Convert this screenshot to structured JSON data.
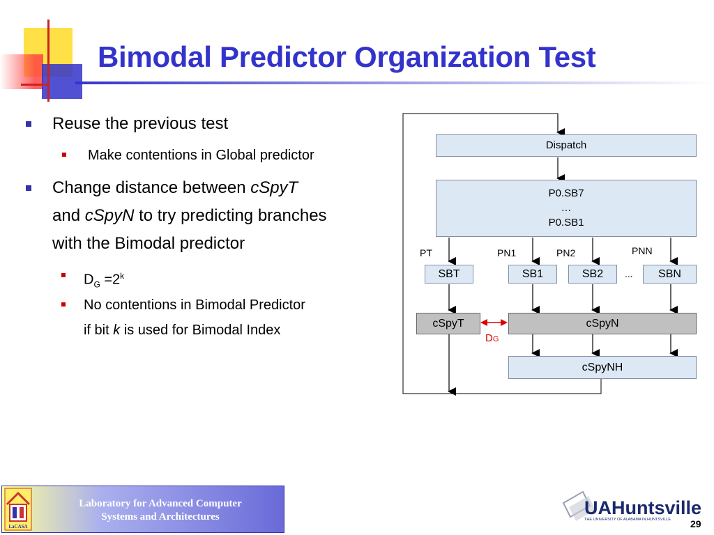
{
  "title": "Bimodal Predictor Organization Test",
  "bullets": {
    "b1": "Reuse the previous test",
    "b1_sub": "Make contentions in Global predictor",
    "b2_line1": "Change distance between ",
    "b2_italic1": "cSpyT",
    "b2_line2a": "and ",
    "b2_italic2": "cSpyN",
    "b2_line2b": " to try predicting branches",
    "b2_line3": "with the Bimodal predictor",
    "b2_sub1_d": "D",
    "b2_sub1_g": "G",
    "b2_sub1_eq": " =2",
    "b2_sub1_k": "k",
    "b2_sub2_line1": "No contentions in Bimodal Predictor",
    "b2_sub2_line2a": "if bit ",
    "b2_sub2_italic": "k",
    "b2_sub2_line2b": " is used for Bimodal Index"
  },
  "diagram": {
    "dispatch": "Dispatch",
    "p0_sb7": "P0.SB7",
    "ellipsis_v": "…",
    "p0_sb1": "P0.SB1",
    "pt": "PT",
    "pn1": "PN1",
    "pn2": "PN2",
    "pnn": "PNN",
    "sbt": "SBT",
    "sb1": "SB1",
    "sb2": "SB2",
    "ellipsis_h": "...",
    "sbn": "SBN",
    "cspyt": "cSpyT",
    "cspyn": "cSpyN",
    "cspynh": "cSpyNH",
    "dg_d": "D",
    "dg_g": "G"
  },
  "footer": {
    "lab_line1": "Laboratory for Advanced Computer",
    "lab_line2": "Systems and Architectures",
    "lacasa": "LaCASA",
    "uah_brand": "UAHuntsville",
    "uah_sub": "THE UNIVERSITY OF ALABAMA IN HUNTSVILLE",
    "page_number": "29"
  },
  "colors": {
    "title": "#3333cc",
    "arrow_red": "#dd0000",
    "box_fill": "#dde8f5",
    "gray_box": "#c0c0c0"
  }
}
